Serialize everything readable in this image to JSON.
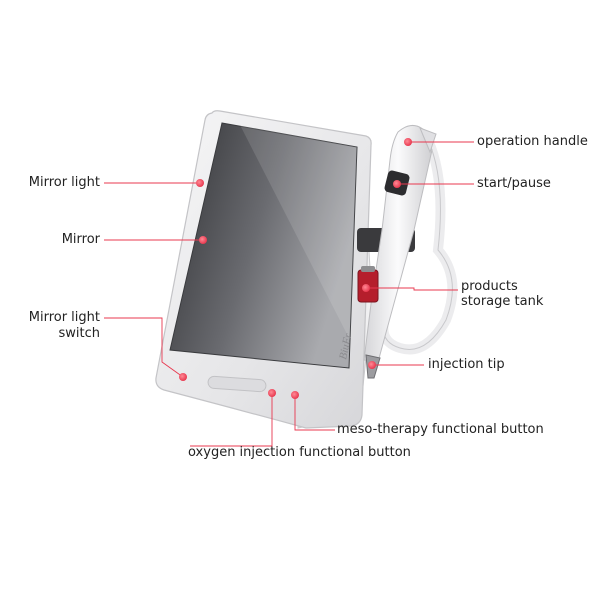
{
  "brand_mark": "BiuFr",
  "labels": {
    "operation_handle": "operation handle",
    "start_pause": "start/pause",
    "products_storage_tank_line1": "products",
    "products_storage_tank_line2": "storage tank",
    "injection_tip": "injection tip",
    "meso_therapy_button": "meso-therapy functional button",
    "oxygen_injection_button": "oxygen injection functional button",
    "mirror_light": "Mirror light",
    "mirror": "Mirror",
    "mirror_light_switch_line1": "Mirror light",
    "mirror_light_switch_line2": "switch"
  },
  "colors": {
    "marker": "#e8384f",
    "leader_line": "#e8384f",
    "device_body": "#e9e9eb",
    "screen": "#4a4b4f"
  }
}
